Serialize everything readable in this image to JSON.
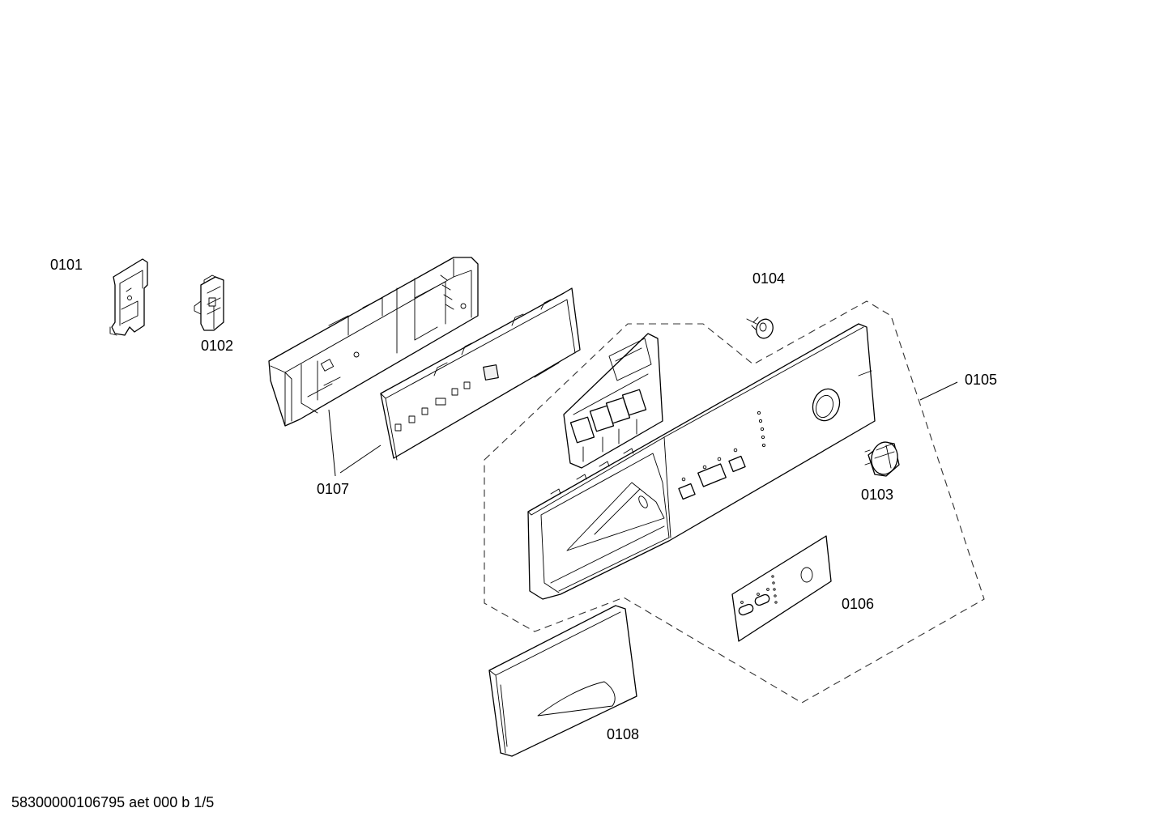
{
  "parts": [
    {
      "id": "0101"
    },
    {
      "id": "0102"
    },
    {
      "id": "0103"
    },
    {
      "id": "0104"
    },
    {
      "id": "0105"
    },
    {
      "id": "0106"
    },
    {
      "id": "0107"
    },
    {
      "id": "0108"
    }
  ],
  "footer": {
    "code": "58300000106795 aet 000 b 1/5"
  }
}
